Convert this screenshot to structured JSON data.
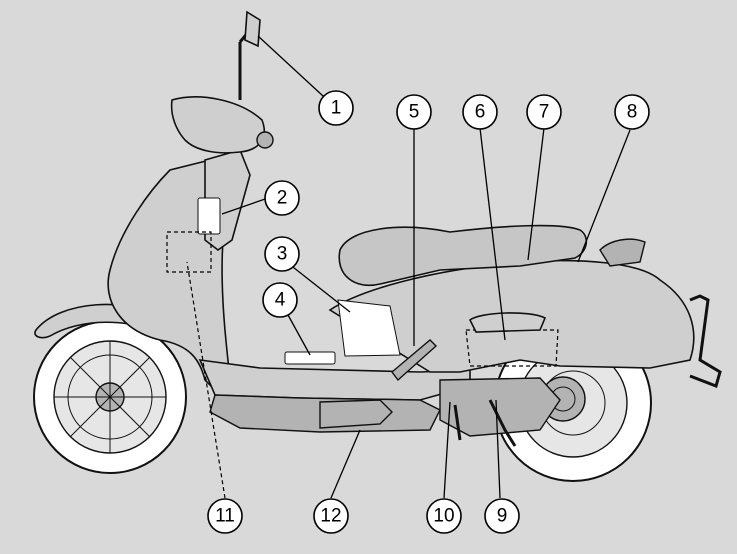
{
  "callouts": [
    {
      "id": "1",
      "label": "1"
    },
    {
      "id": "2",
      "label": "2"
    },
    {
      "id": "3",
      "label": "3"
    },
    {
      "id": "4",
      "label": "4"
    },
    {
      "id": "5",
      "label": "5"
    },
    {
      "id": "6",
      "label": "6"
    },
    {
      "id": "7",
      "label": "7"
    },
    {
      "id": "8",
      "label": "8"
    },
    {
      "id": "9",
      "label": "9"
    },
    {
      "id": "10",
      "label": "10"
    },
    {
      "id": "11",
      "label": "11"
    },
    {
      "id": "12",
      "label": "12"
    }
  ],
  "colors": {
    "background": "#d9d9d9",
    "body": "#cfcfcf",
    "line": "#111111"
  }
}
